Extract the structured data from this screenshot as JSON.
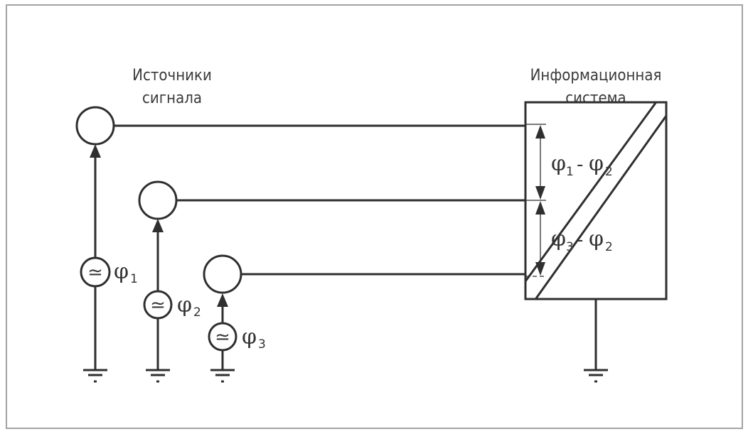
{
  "diagram": {
    "sources_label": [
      "Источники",
      "сигнала"
    ],
    "system_label": [
      "Информационная",
      "система"
    ],
    "sources": [
      {
        "id": "1",
        "phi": "φ",
        "index": "1",
        "ac_symbol": "≃"
      },
      {
        "id": "2",
        "phi": "φ",
        "index": "2",
        "ac_symbol": "≃"
      },
      {
        "id": "3",
        "phi": "φ",
        "index": "3",
        "ac_symbol": "≃"
      }
    ],
    "differences": [
      {
        "left_phi": "φ",
        "left_index": "1",
        "sep": "-",
        "right_phi": "φ",
        "right_index": "2"
      },
      {
        "left_phi": "φ",
        "left_index": "3",
        "sep": "-",
        "right_phi": "φ",
        "right_index": "2"
      }
    ],
    "colors": {
      "line": "#2f2f2f",
      "frame": "#a3a3a3",
      "text": "#3a3a3a"
    }
  }
}
